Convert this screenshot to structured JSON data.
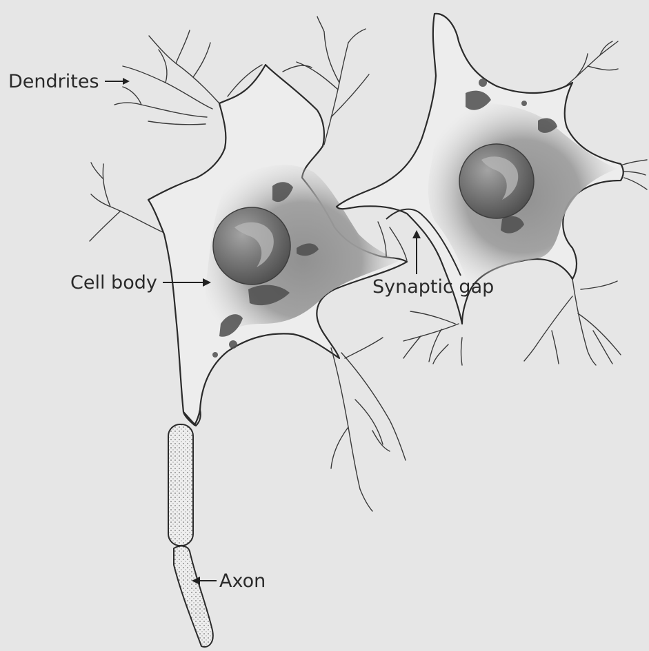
{
  "labels": {
    "dendrites": "Dendrites",
    "cell_body": "Cell body",
    "synaptic_gap": "Synaptic gap",
    "axon": "Axon"
  },
  "colors": {
    "background": "#e6e6e6",
    "cytoplasm": "#8a8a8a",
    "nucleus": "#6f6f6f",
    "outline": "#2b2b2b"
  }
}
